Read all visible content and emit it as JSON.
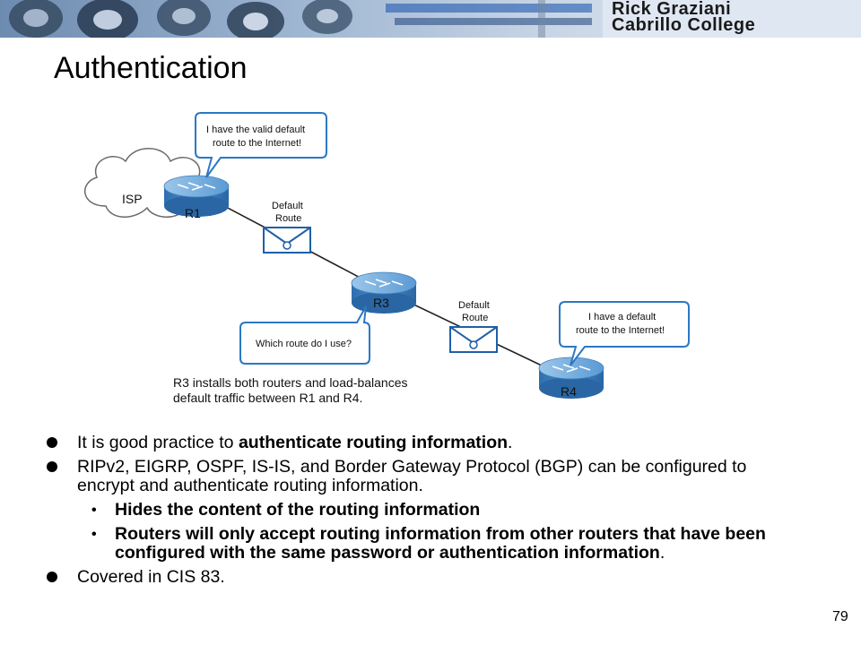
{
  "header": {
    "author_line1": "Rick Graziani",
    "author_line2": "Cabrillo College"
  },
  "slide": {
    "title": "Authentication",
    "page_number": "79"
  },
  "diagram": {
    "cloud_label": "ISP",
    "routers": [
      "R1",
      "R3",
      "R4"
    ],
    "callout_r1_line1": "I have the valid default",
    "callout_r1_line2": "route to the Internet!",
    "callout_r4_line1": "I have a default",
    "callout_r4_line2": "route to the Internet!",
    "callout_r3": "Which route do I use?",
    "envelope_label_line1": "Default",
    "envelope_label_line2": "Route",
    "caption_line1": "R3 installs both routers and load-balances",
    "caption_line2": "default traffic between R1 and R4."
  },
  "bullets": {
    "b1_pre": "It is good practice to ",
    "b1_bold": "authenticate routing information",
    "b1_post": ".",
    "b2": "RIPv2, EIGRP, OSPF, IS-IS, and Border Gateway Protocol (BGP) can be configured to encrypt and authenticate routing information.",
    "s1": "Hides the content of the routing information",
    "s2": "Routers will only accept routing information from other routers that have been configured with the same password or authentication  information",
    "s2_end": ".",
    "b3": "Covered in CIS 83."
  },
  "colors": {
    "router_blue": "#3d8ad0",
    "callout_border": "#2b78c4",
    "link_line": "#222222"
  },
  "icons": [
    "cloud-icon",
    "router-icon",
    "envelope-icon",
    "bullet-dot-icon",
    "sub-bullet-dot-icon"
  ]
}
